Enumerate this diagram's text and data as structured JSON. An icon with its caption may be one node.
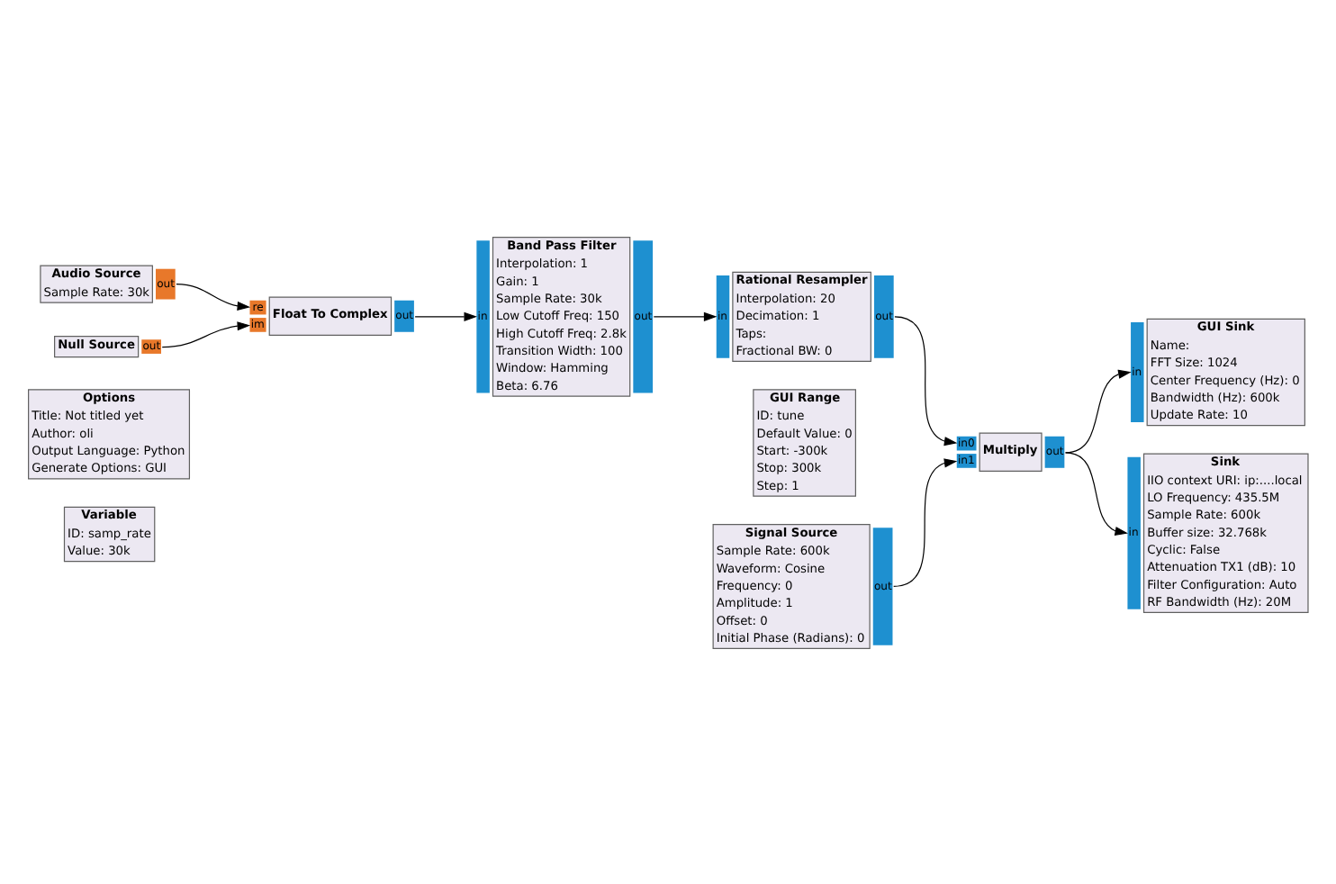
{
  "diagram": {
    "nodes": [
      {
        "text": [
          "Options",
          "Title: Not titled yet",
          "Author: oli",
          "Output Language: Python",
          "Generate Options: GUI"
        ]
      },
      {
        "text": [
          "Variable",
          "ID: samp_rate",
          "Value: 30k"
        ]
      },
      {
        "text": [
          "Audio Source",
          "Sample Rate: 30k"
        ],
        "beside": [
          "out"
        ]
      },
      {
        "text": [
          "Null Source"
        ],
        "beside": [
          "out"
        ]
      },
      {
        "text": [
          "Float To Complex"
        ],
        "beside": [
          "re",
          "im",
          "out"
        ]
      },
      {
        "text": [
          "Band Pass Filter",
          "Interpolation: 1",
          "Gain: 1",
          "Sample Rate: 30k",
          "Low Cutoff Freq: 150",
          "High Cutoff Freq: 2.8k",
          "Transition Width: 100",
          "Window: Hamming",
          "Beta: 6.76"
        ],
        "beside": [
          "in",
          "out"
        ]
      },
      {
        "text": [
          "GUI Sink",
          "Name:",
          "FFT Size: 1024",
          "Center Frequency (Hz): 0",
          "Bandwidth (Hz): 600k",
          "Update Rate: 10"
        ],
        "beside": [
          "in"
        ]
      },
      {
        "text": [
          "Rational Resampler",
          "Interpolation: 20",
          "Decimation: 1",
          "Taps:",
          "Fractional BW: 0"
        ],
        "beside": [
          "in",
          "out"
        ]
      },
      {
        "text": [
          "Multiply"
        ],
        "beside": [
          "in0",
          "in1",
          "out"
        ]
      },
      {
        "text": [
          "GUI Range",
          "ID: tune",
          "Default Value: 0",
          "Start: -300k",
          "Stop: 300k",
          "Step: 1"
        ]
      },
      {
        "text": [
          "Signal Source",
          "Sample Rate: 600k",
          "Waveform: Cosine",
          "Frequency: 0",
          "Amplitude: 1",
          "Offset: 0",
          "Initial Phase (Radians): 0"
        ],
        "beside": [
          "out"
        ]
      },
      {
        "text": [
          "Sink",
          "IIO context URI: ip:....local",
          "LO Frequency: 435.5M",
          "Sample Rate: 600k",
          "Buffer size: 32.768k",
          "Cyclic: False",
          "Attenuation TX1 (dB): 10",
          "Filter Configuration: Auto",
          "RF Bandwidth (Hz): 20M"
        ],
        "beside": [
          "in"
        ]
      }
    ],
    "edges": [
      {
        "from": 2,
        "to": 4,
        "arrow": "to"
      },
      {
        "from": 3,
        "to": 4,
        "arrow": "to"
      },
      {
        "from": 4,
        "to": 5,
        "arrow": "to"
      },
      {
        "from": 5,
        "to": 7,
        "arrow": "to"
      },
      {
        "from": 7,
        "to": 8,
        "arrow": "to"
      },
      {
        "from": 10,
        "to": 8,
        "arrow": "to"
      },
      {
        "from": 8,
        "to": 6,
        "arrow": "to"
      },
      {
        "from": 8,
        "to": 11,
        "arrow": "to"
      }
    ]
  }
}
